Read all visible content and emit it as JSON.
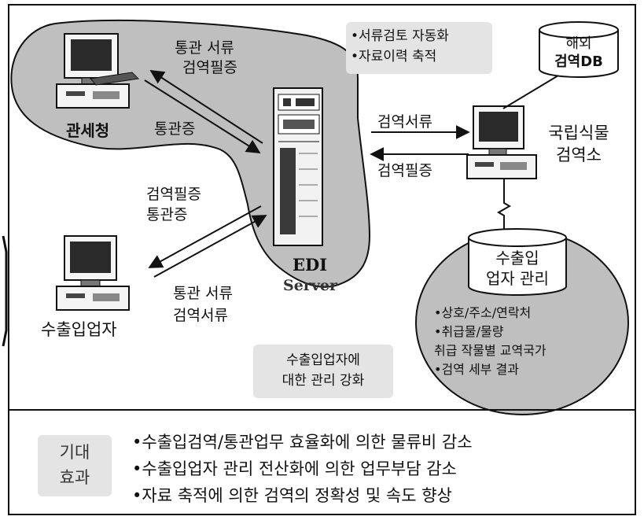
{
  "nodes": {
    "customs": "관세청",
    "edi": "EDI",
    "server": "Server",
    "quarantine_line1": "국립식물",
    "quarantine_line2": "검역소",
    "trader": "수출입업자",
    "overseas_db_line1": "해외",
    "overseas_db_line2": "검역DB",
    "trader_db_line1": "수출입",
    "trader_db_line2": "업자 관리"
  },
  "edges": {
    "customs_to_edi_1": "통관 서류",
    "customs_to_edi_2": "검역필증",
    "edi_to_customs": "통관증",
    "edi_to_quarantine": "검역서류",
    "quarantine_to_edi": "검역필증",
    "edi_to_trader_1": "검역필증",
    "edi_to_trader_2": "통관증",
    "trader_to_edi_1": "통관 서류",
    "trader_to_edi_2": "검역서류"
  },
  "notes": {
    "auto_line1": "•서류검토 자동화",
    "auto_line2": "•자료이력 축적",
    "trader_db_items": [
      "•상호/주소/연락처",
      "•취급물/물량",
      "  취급 작물별 교역국가",
      "•검역 세부 결과"
    ],
    "mgmt_line1": "수출입업자에",
    "mgmt_line2": "대한 관리 강화"
  },
  "effects": {
    "label_line1": "기대",
    "label_line2": "효과",
    "items": [
      "•수출입검역/통관업무 효율화에 의한 물류비 감소",
      "•수출입업자 관리 전산화에 의한 업무부담 감소",
      "•자료 축적에 의한 검역의 정확성 및 속도 향상"
    ]
  }
}
